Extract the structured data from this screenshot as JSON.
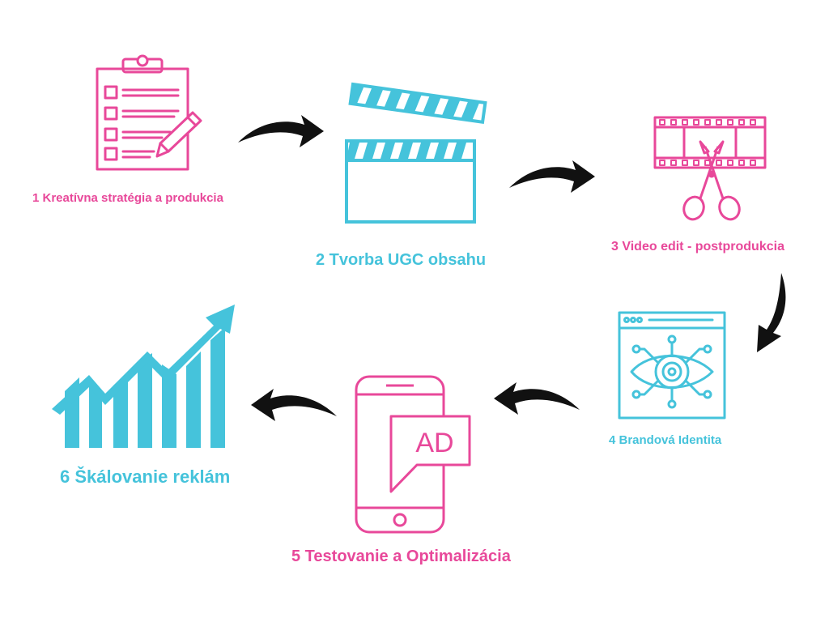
{
  "colors": {
    "pink": "#e8489a",
    "cyan": "#45c3db",
    "arrow": "#111111",
    "background": "#ffffff"
  },
  "steps": [
    {
      "label": "1 Kreatívna stratégia a produkcia",
      "icon": "clipboard-pencil-icon",
      "color": "pink"
    },
    {
      "label": "2 Tvorba UGC obsahu",
      "icon": "clapperboard-icon",
      "color": "cyan"
    },
    {
      "label": "3 Video edit - postprodukcia",
      "icon": "film-scissors-icon",
      "color": "pink"
    },
    {
      "label": "4 Brandová Identita",
      "icon": "eye-browser-icon",
      "color": "cyan"
    },
    {
      "label": "5 Testovanie a Optimalizácia",
      "icon": "phone-ad-icon",
      "color": "pink"
    },
    {
      "label": "6 Škálovanie reklám",
      "icon": "growth-chart-icon",
      "color": "cyan"
    }
  ],
  "ad_text": "AD"
}
